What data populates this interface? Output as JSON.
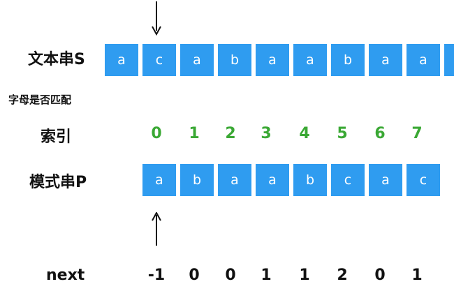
{
  "labels": {
    "text_string": "文本串S",
    "letter_match": "字母是否匹配",
    "index": "索引",
    "pattern_string": "模式串P",
    "next": "next"
  },
  "text_chars": [
    "a",
    "c",
    "a",
    "b",
    "a",
    "a",
    "b",
    "a",
    "a",
    ""
  ],
  "index_values": [
    "0",
    "1",
    "2",
    "3",
    "4",
    "5",
    "6",
    "7"
  ],
  "pattern_chars": [
    "a",
    "b",
    "a",
    "a",
    "b",
    "c",
    "a",
    "c"
  ],
  "next_values": [
    "-1",
    "0",
    "0",
    "1",
    "1",
    "2",
    "0",
    "1"
  ],
  "colors": {
    "cell_fill": "#2f9cf0",
    "index_green": "#3aa834",
    "text": "#111111"
  },
  "icons": {
    "text_pointer": "arrow-down-icon",
    "pattern_pointer": "arrow-up-icon"
  }
}
